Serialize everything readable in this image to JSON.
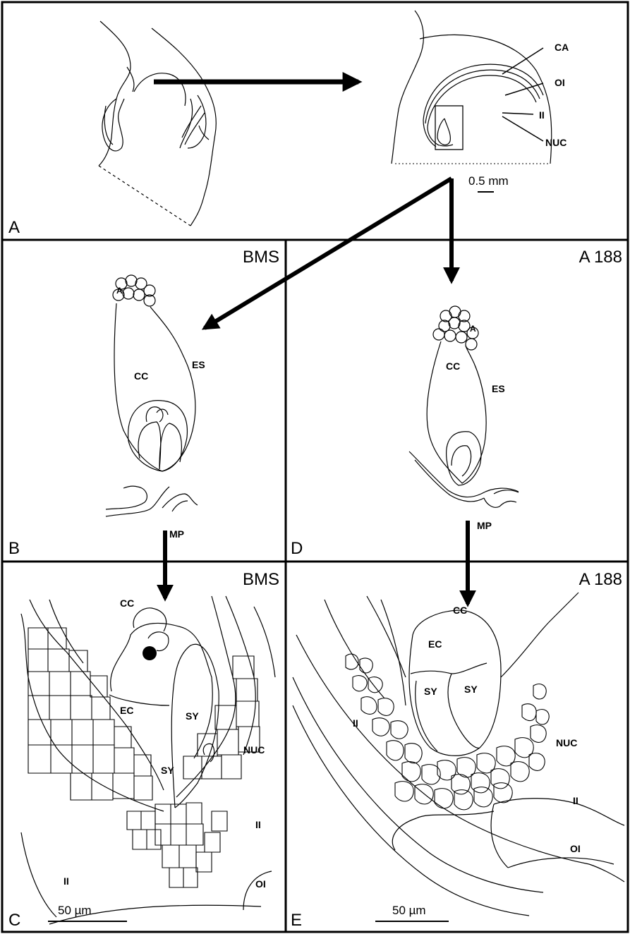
{
  "panels": {
    "A": {
      "letter": "A",
      "labels": {
        "ca": "CA",
        "oi": "OI",
        "ii": "II",
        "nuc": "NUC"
      },
      "scale": "0.5 mm"
    },
    "B": {
      "letter": "B",
      "tag": "BMS",
      "labels": {
        "a": "A",
        "cc": "CC",
        "es": "ES",
        "mp": "MP"
      }
    },
    "D": {
      "letter": "D",
      "tag": "A 188",
      "labels": {
        "a": "A",
        "cc": "CC",
        "es": "ES",
        "mp": "MP"
      }
    },
    "C": {
      "letter": "C",
      "tag": "BMS",
      "labels": {
        "cc": "CC",
        "ec": "EC",
        "sy1": "SY",
        "sy2": "SY",
        "nuc": "NUC",
        "ii1": "II",
        "ii2": "II",
        "oi": "OI"
      },
      "scale": "50 µm"
    },
    "E": {
      "letter": "E",
      "tag": "A 188",
      "labels": {
        "cc": "CC",
        "ec": "EC",
        "sy1": "SY",
        "sy2": "SY",
        "nuc": "NUC",
        "ii1": "II",
        "ii2": "II",
        "oi": "OI"
      },
      "scale": "50 µm"
    }
  }
}
